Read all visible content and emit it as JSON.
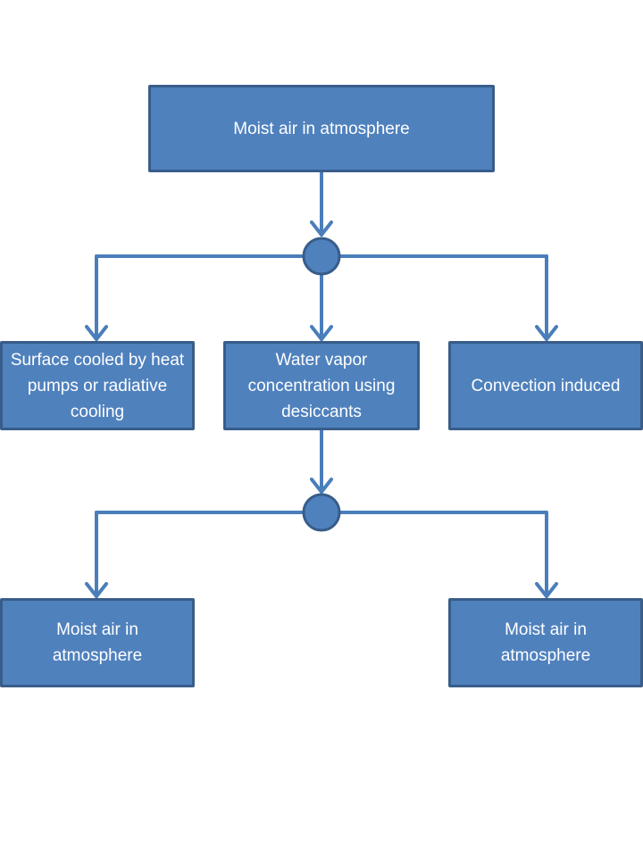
{
  "diagram": {
    "title": "",
    "colors": {
      "box_fill": "#4f81bd",
      "box_border": "#385d8a",
      "connector": "#4a7ebb",
      "text": "#ffffff",
      "background": "#ffffff"
    },
    "nodes": {
      "root": {
        "label": "Moist air in atmosphere"
      },
      "branch_left": {
        "label": "Surface cooled by heat pumps or radiative cooling"
      },
      "branch_middle": {
        "label": "Water vapor concentration using desiccants"
      },
      "branch_right": {
        "label": "Convection induced"
      },
      "leaf_left": {
        "label": "Moist air in atmosphere"
      },
      "leaf_right": {
        "label": "Moist air in atmosphere"
      }
    },
    "junctions": [
      "junction-1",
      "junction-2"
    ],
    "edges": [
      {
        "from": "root",
        "to": "junction-1"
      },
      {
        "from": "junction-1",
        "to": "branch_left"
      },
      {
        "from": "junction-1",
        "to": "branch_middle"
      },
      {
        "from": "junction-1",
        "to": "branch_right"
      },
      {
        "from": "branch_middle",
        "to": "junction-2"
      },
      {
        "from": "junction-2",
        "to": "leaf_left"
      },
      {
        "from": "junction-2",
        "to": "leaf_right"
      }
    ]
  }
}
